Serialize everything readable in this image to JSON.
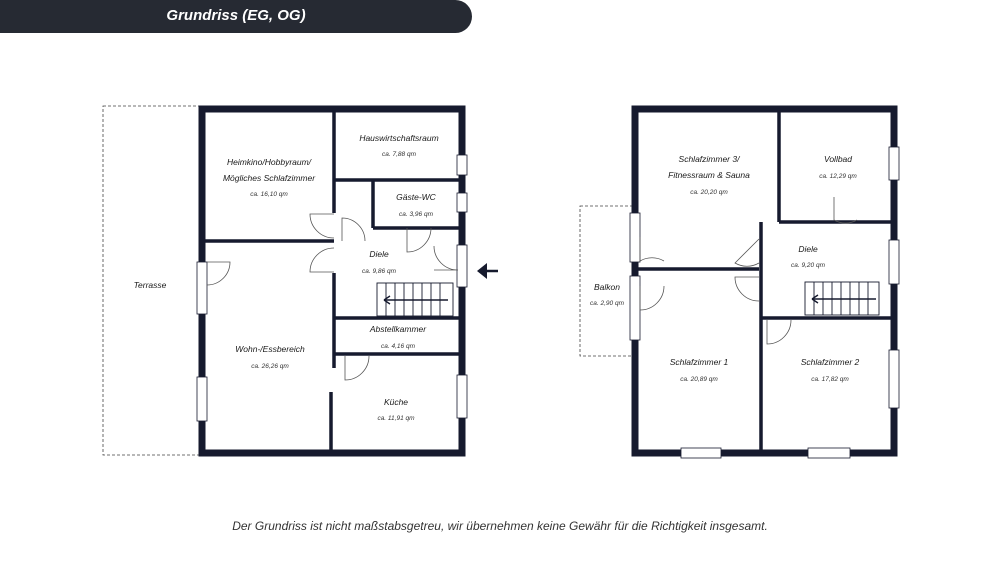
{
  "header": {
    "title": "Grundriss (EG, OG)"
  },
  "colors": {
    "header_bg": "#262a33",
    "wall": "#161a2e",
    "window": "#ffffff"
  },
  "eg": {
    "terrasse": {
      "name": "Terrasse"
    },
    "heimkino": {
      "name_line1": "Heimkino/Hobbyraum/",
      "name_line2": "Mögliches Schlafzimmer",
      "area": "ca. 16,10 qm"
    },
    "hauswirtschaft": {
      "name": "Hauswirtschaftsraum",
      "area": "ca. 7,88 qm"
    },
    "gaeste_wc": {
      "name": "Gäste-WC",
      "area": "ca. 3,96 qm"
    },
    "diele": {
      "name": "Diele",
      "area": "ca. 9,86 qm"
    },
    "abstellkammer": {
      "name": "Abstellkammer",
      "area": "ca. 4,16 qm"
    },
    "wohn": {
      "name": "Wohn-/Essbereich",
      "area": "ca. 26,26 qm"
    },
    "kueche": {
      "name": "Küche",
      "area": "ca. 11,91 qm"
    }
  },
  "og": {
    "balkon": {
      "name": "Balkon",
      "area": "ca. 2,90 qm"
    },
    "schlaf3": {
      "name_line1": "Schlafzimmer 3/",
      "name_line2": "Fitnessraum & Sauna",
      "area": "ca. 20,20 qm"
    },
    "vollbad": {
      "name": "Vollbad",
      "area": "ca. 12,29 qm"
    },
    "diele": {
      "name": "Diele",
      "area": "ca. 9,20 qm"
    },
    "schlaf1": {
      "name": "Schlafzimmer 1",
      "area": "ca. 20,89 qm"
    },
    "schlaf2": {
      "name": "Schlafzimmer 2",
      "area": "ca. 17,82 qm"
    }
  },
  "footer": {
    "disclaimer": "Der Grundriss ist nicht maßstabsgetreu, wir übernehmen keine Gewähr für die Richtigkeit insgesamt."
  }
}
